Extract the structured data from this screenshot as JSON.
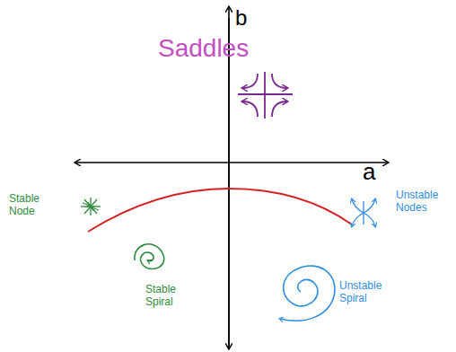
{
  "diagram": {
    "labels": [
      "b",
      "Saddles",
      "a",
      "Stable Node",
      "Unstable Nodes",
      "Stable Spiral",
      "Unstable Spiral"
    ]
  }
}
